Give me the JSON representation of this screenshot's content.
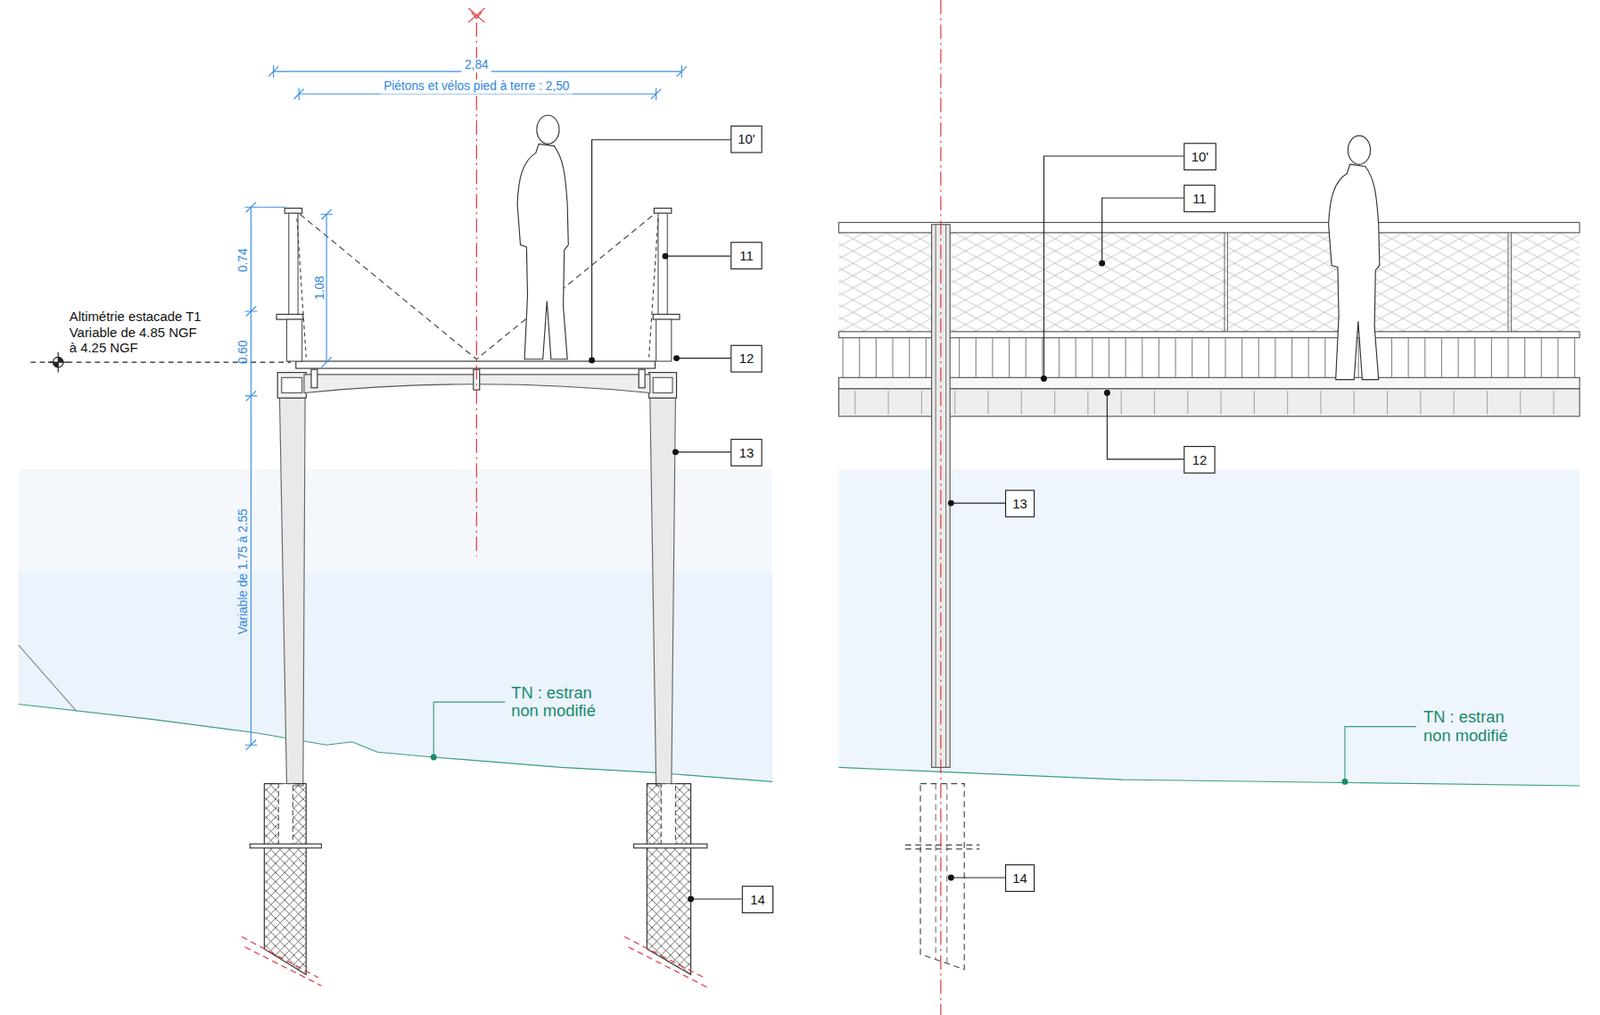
{
  "diagram": {
    "nodes": [
      {
        "text": [
          "10'"
        ]
      },
      {
        "text": [
          "11"
        ]
      },
      {
        "text": [
          "12"
        ]
      },
      {
        "text": [
          "13"
        ]
      },
      {
        "text": [
          "14"
        ]
      },
      {
        "text": [
          "10'"
        ]
      },
      {
        "text": [
          "11"
        ]
      },
      {
        "text": [
          "12"
        ]
      },
      {
        "text": [
          "13"
        ]
      },
      {
        "text": [
          "14"
        ]
      }
    ],
    "labels": [
      "2,84",
      "Piétons et vélos pied à terre : 2,50",
      "0.74",
      "1.08",
      "0.60",
      "Variable de 1.75 à 2.55",
      "Altimétrie estacade T1 Variable de 4.85 NGF à 4.25 NGF",
      "TN : estran non modifié",
      "TN : estran non modifié"
    ]
  }
}
